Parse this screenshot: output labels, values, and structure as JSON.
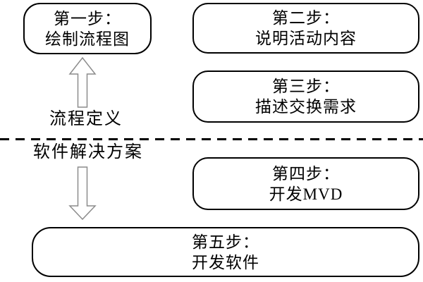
{
  "diagram": {
    "background_color": "#ffffff",
    "box_border_color": "#000000",
    "text_color": "#000000",
    "arrow_outline_color": "#8c8c8c",
    "divider_color": "#000000",
    "boxes": [
      {
        "id": "step-1",
        "line1": "第一步：",
        "line2": "绘制流程图"
      },
      {
        "id": "step-2",
        "line1": "第二步：",
        "line2": "说明活动内容"
      },
      {
        "id": "step-3",
        "line1": "第三步：",
        "line2": "描述交换需求"
      },
      {
        "id": "step-4",
        "line1": "第四步：",
        "line2": "开发MVD"
      },
      {
        "id": "step-5",
        "line1": "第五步：",
        "line2": "开发软件"
      }
    ],
    "zone_labels": {
      "process_definition": "流程定义",
      "software_solution": "软件解决方案"
    }
  }
}
